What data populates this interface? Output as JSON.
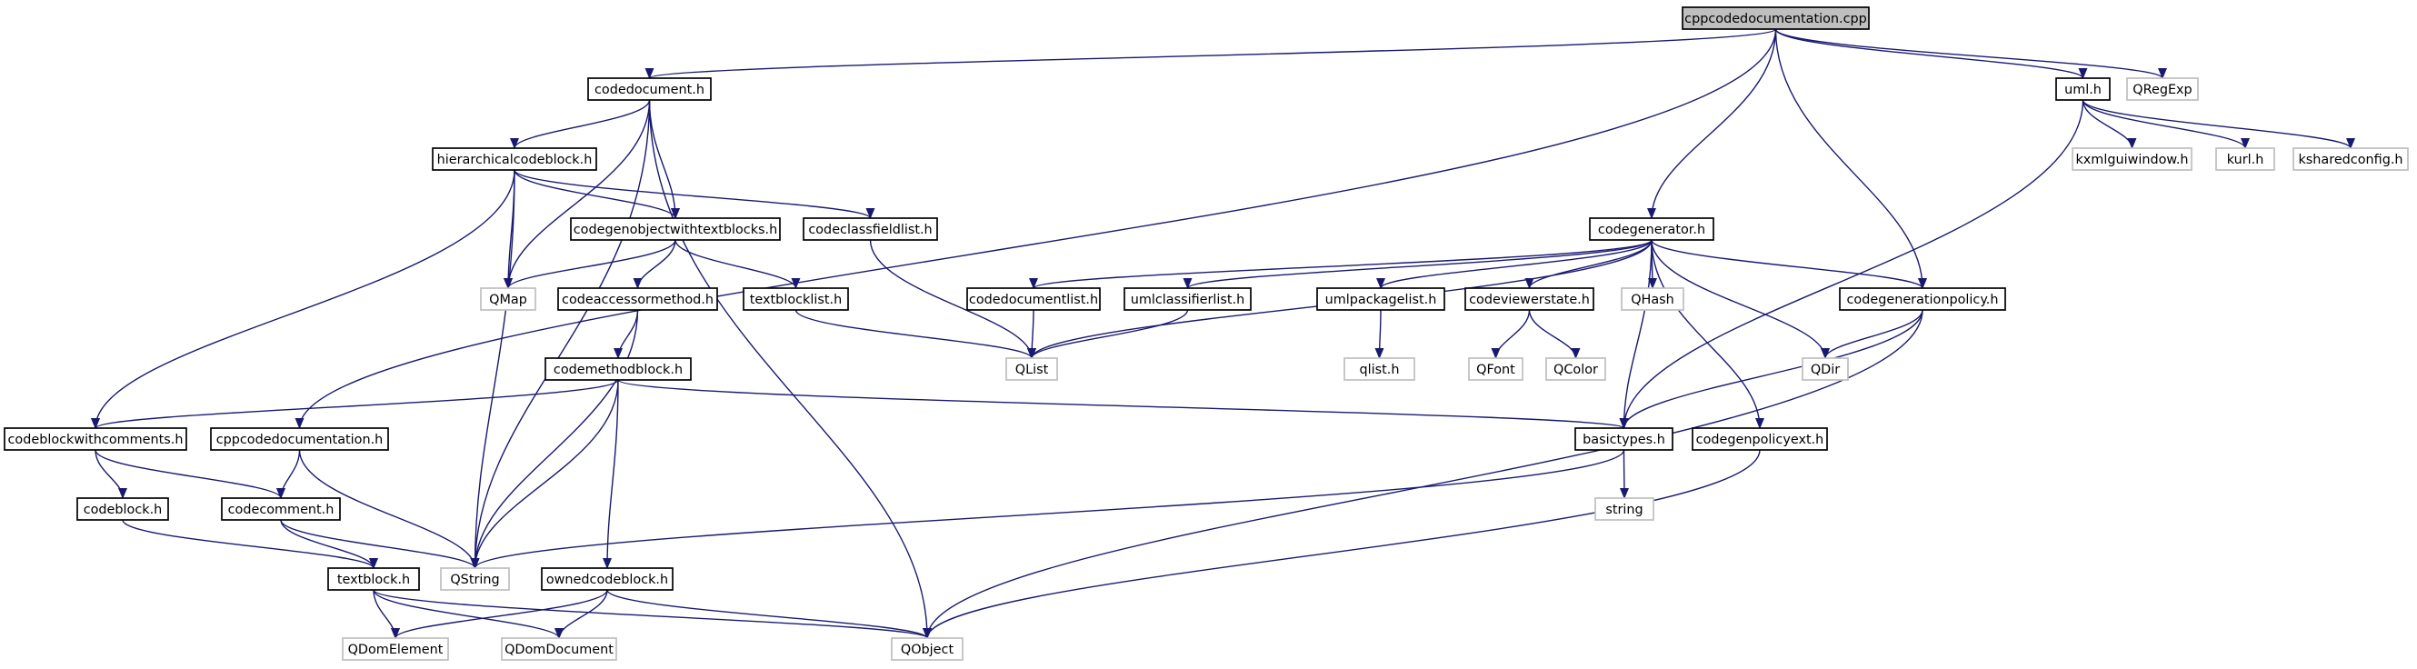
{
  "diagram": {
    "edge_color": "#191970",
    "root_fill": "#bfbfbf",
    "local_border": "#000000",
    "external_border": "#bfbfbf",
    "nodes": [
      {
        "id": "root",
        "label": "cppcodedocumentation.cpp",
        "kind": "root"
      },
      {
        "id": "codedocument_h",
        "label": "codedocument.h",
        "kind": "local"
      },
      {
        "id": "hierarchicalcodeblock_h",
        "label": "hierarchicalcodeblock.h",
        "kind": "local"
      },
      {
        "id": "codegenobjectwithtextblocks_h",
        "label": "codegenobjectwithtextblocks.h",
        "kind": "local"
      },
      {
        "id": "codeclassfieldlist_h",
        "label": "codeclassfieldlist.h",
        "kind": "local"
      },
      {
        "id": "codeaccessormethod_h",
        "label": "codeaccessormethod.h",
        "kind": "local"
      },
      {
        "id": "textblocklist_h",
        "label": "textblocklist.h",
        "kind": "local"
      },
      {
        "id": "codemethodblock_h",
        "label": "codemethodblock.h",
        "kind": "local"
      },
      {
        "id": "codeblockwithcomments_h",
        "label": "codeblockwithcomments.h",
        "kind": "local"
      },
      {
        "id": "cppcodedocumentation_h",
        "label": "cppcodedocumentation.h",
        "kind": "local"
      },
      {
        "id": "codeblock_h",
        "label": "codeblock.h",
        "kind": "local"
      },
      {
        "id": "codecomment_h",
        "label": "codecomment.h",
        "kind": "local"
      },
      {
        "id": "textblock_h",
        "label": "textblock.h",
        "kind": "local"
      },
      {
        "id": "ownedcodeblock_h",
        "label": "ownedcodeblock.h",
        "kind": "local"
      },
      {
        "id": "codegenerator_h",
        "label": "codegenerator.h",
        "kind": "local"
      },
      {
        "id": "codedocumentlist_h",
        "label": "codedocumentlist.h",
        "kind": "local"
      },
      {
        "id": "umlclassifierlist_h",
        "label": "umlclassifierlist.h",
        "kind": "local"
      },
      {
        "id": "umlpackagelist_h",
        "label": "umlpackagelist.h",
        "kind": "local"
      },
      {
        "id": "codeviewerstate_h",
        "label": "codeviewerstate.h",
        "kind": "local"
      },
      {
        "id": "codegenerationpolicy_h",
        "label": "codegenerationpolicy.h",
        "kind": "local"
      },
      {
        "id": "basictypes_h",
        "label": "basictypes.h",
        "kind": "local"
      },
      {
        "id": "codegenpolicyext_h",
        "label": "codegenpolicyext.h",
        "kind": "local"
      },
      {
        "id": "uml_h",
        "label": "uml.h",
        "kind": "local"
      },
      {
        "id": "QRegExp",
        "label": "QRegExp",
        "kind": "external"
      },
      {
        "id": "kxmlguiwindow_h",
        "label": "kxmlguiwindow.h",
        "kind": "external"
      },
      {
        "id": "kurl_h",
        "label": "kurl.h",
        "kind": "external"
      },
      {
        "id": "ksharedconfig_h",
        "label": "ksharedconfig.h",
        "kind": "external"
      },
      {
        "id": "QMap",
        "label": "QMap",
        "kind": "external"
      },
      {
        "id": "QList",
        "label": "QList",
        "kind": "external"
      },
      {
        "id": "QHash",
        "label": "QHash",
        "kind": "external"
      },
      {
        "id": "qlist_h",
        "label": "qlist.h",
        "kind": "external"
      },
      {
        "id": "QFont",
        "label": "QFont",
        "kind": "external"
      },
      {
        "id": "QColor",
        "label": "QColor",
        "kind": "external"
      },
      {
        "id": "QDir",
        "label": "QDir",
        "kind": "external"
      },
      {
        "id": "string",
        "label": "string",
        "kind": "external"
      },
      {
        "id": "QString",
        "label": "QString",
        "kind": "external"
      },
      {
        "id": "QDomElement",
        "label": "QDomElement",
        "kind": "external"
      },
      {
        "id": "QDomDocument",
        "label": "QDomDocument",
        "kind": "external"
      },
      {
        "id": "QObject",
        "label": "QObject",
        "kind": "external"
      }
    ],
    "edges": [
      {
        "from": "root",
        "to": "codedocument_h"
      },
      {
        "from": "root",
        "to": "cppcodedocumentation_h"
      },
      {
        "from": "root",
        "to": "codegenerator_h"
      },
      {
        "from": "root",
        "to": "codegenerationpolicy_h"
      },
      {
        "from": "root",
        "to": "uml_h"
      },
      {
        "from": "root",
        "to": "QRegExp"
      },
      {
        "from": "codedocument_h",
        "to": "hierarchicalcodeblock_h"
      },
      {
        "from": "codedocument_h",
        "to": "codegenobjectwithtextblocks_h"
      },
      {
        "from": "codedocument_h",
        "to": "QMap"
      },
      {
        "from": "codedocument_h",
        "to": "QString"
      },
      {
        "from": "codedocument_h",
        "to": "QObject"
      },
      {
        "from": "hierarchicalcodeblock_h",
        "to": "codegenobjectwithtextblocks_h"
      },
      {
        "from": "hierarchicalcodeblock_h",
        "to": "codeclassfieldlist_h"
      },
      {
        "from": "hierarchicalcodeblock_h",
        "to": "QMap"
      },
      {
        "from": "hierarchicalcodeblock_h",
        "to": "codeblockwithcomments_h"
      },
      {
        "from": "hierarchicalcodeblock_h",
        "to": "QString"
      },
      {
        "from": "codegenobjectwithtextblocks_h",
        "to": "QMap"
      },
      {
        "from": "codegenobjectwithtextblocks_h",
        "to": "codeaccessormethod_h"
      },
      {
        "from": "codegenobjectwithtextblocks_h",
        "to": "textblocklist_h"
      },
      {
        "from": "codeclassfieldlist_h",
        "to": "QList"
      },
      {
        "from": "textblocklist_h",
        "to": "QList"
      },
      {
        "from": "codeaccessormethod_h",
        "to": "codemethodblock_h"
      },
      {
        "from": "codeaccessormethod_h",
        "to": "QString"
      },
      {
        "from": "codemethodblock_h",
        "to": "codeblockwithcomments_h"
      },
      {
        "from": "codemethodblock_h",
        "to": "ownedcodeblock_h"
      },
      {
        "from": "codemethodblock_h",
        "to": "basictypes_h"
      },
      {
        "from": "codemethodblock_h",
        "to": "QString"
      },
      {
        "from": "codeblockwithcomments_h",
        "to": "codeblock_h"
      },
      {
        "from": "codeblockwithcomments_h",
        "to": "codecomment_h"
      },
      {
        "from": "cppcodedocumentation_h",
        "to": "codecomment_h"
      },
      {
        "from": "cppcodedocumentation_h",
        "to": "QString"
      },
      {
        "from": "codeblock_h",
        "to": "textblock_h"
      },
      {
        "from": "codecomment_h",
        "to": "textblock_h"
      },
      {
        "from": "codecomment_h",
        "to": "QString"
      },
      {
        "from": "textblock_h",
        "to": "QDomElement"
      },
      {
        "from": "textblock_h",
        "to": "QDomDocument"
      },
      {
        "from": "textblock_h",
        "to": "QObject"
      },
      {
        "from": "ownedcodeblock_h",
        "to": "QDomElement"
      },
      {
        "from": "ownedcodeblock_h",
        "to": "QDomDocument"
      },
      {
        "from": "ownedcodeblock_h",
        "to": "QObject"
      },
      {
        "from": "codegenerator_h",
        "to": "codedocumentlist_h"
      },
      {
        "from": "codegenerator_h",
        "to": "umlclassifierlist_h"
      },
      {
        "from": "codegenerator_h",
        "to": "umlpackagelist_h"
      },
      {
        "from": "codegenerator_h",
        "to": "codeviewerstate_h"
      },
      {
        "from": "codegenerator_h",
        "to": "QHash"
      },
      {
        "from": "codegenerator_h",
        "to": "codegenerationpolicy_h"
      },
      {
        "from": "codegenerator_h",
        "to": "QList"
      },
      {
        "from": "codegenerator_h",
        "to": "basictypes_h"
      },
      {
        "from": "codegenerator_h",
        "to": "codegenpolicyext_h"
      },
      {
        "from": "codegenerator_h",
        "to": "QDir"
      },
      {
        "from": "codedocumentlist_h",
        "to": "QList"
      },
      {
        "from": "umlclassifierlist_h",
        "to": "QList"
      },
      {
        "from": "umlpackagelist_h",
        "to": "qlist_h"
      },
      {
        "from": "codeviewerstate_h",
        "to": "QFont"
      },
      {
        "from": "codeviewerstate_h",
        "to": "QColor"
      },
      {
        "from": "codegenerationpolicy_h",
        "to": "QDir"
      },
      {
        "from": "codegenerationpolicy_h",
        "to": "basictypes_h"
      },
      {
        "from": "codegenerationpolicy_h",
        "to": "QObject"
      },
      {
        "from": "basictypes_h",
        "to": "string"
      },
      {
        "from": "basictypes_h",
        "to": "QString"
      },
      {
        "from": "codegenpolicyext_h",
        "to": "QObject"
      },
      {
        "from": "uml_h",
        "to": "kxmlguiwindow_h"
      },
      {
        "from": "uml_h",
        "to": "kurl_h"
      },
      {
        "from": "uml_h",
        "to": "ksharedconfig_h"
      },
      {
        "from": "uml_h",
        "to": "basictypes_h"
      }
    ]
  }
}
